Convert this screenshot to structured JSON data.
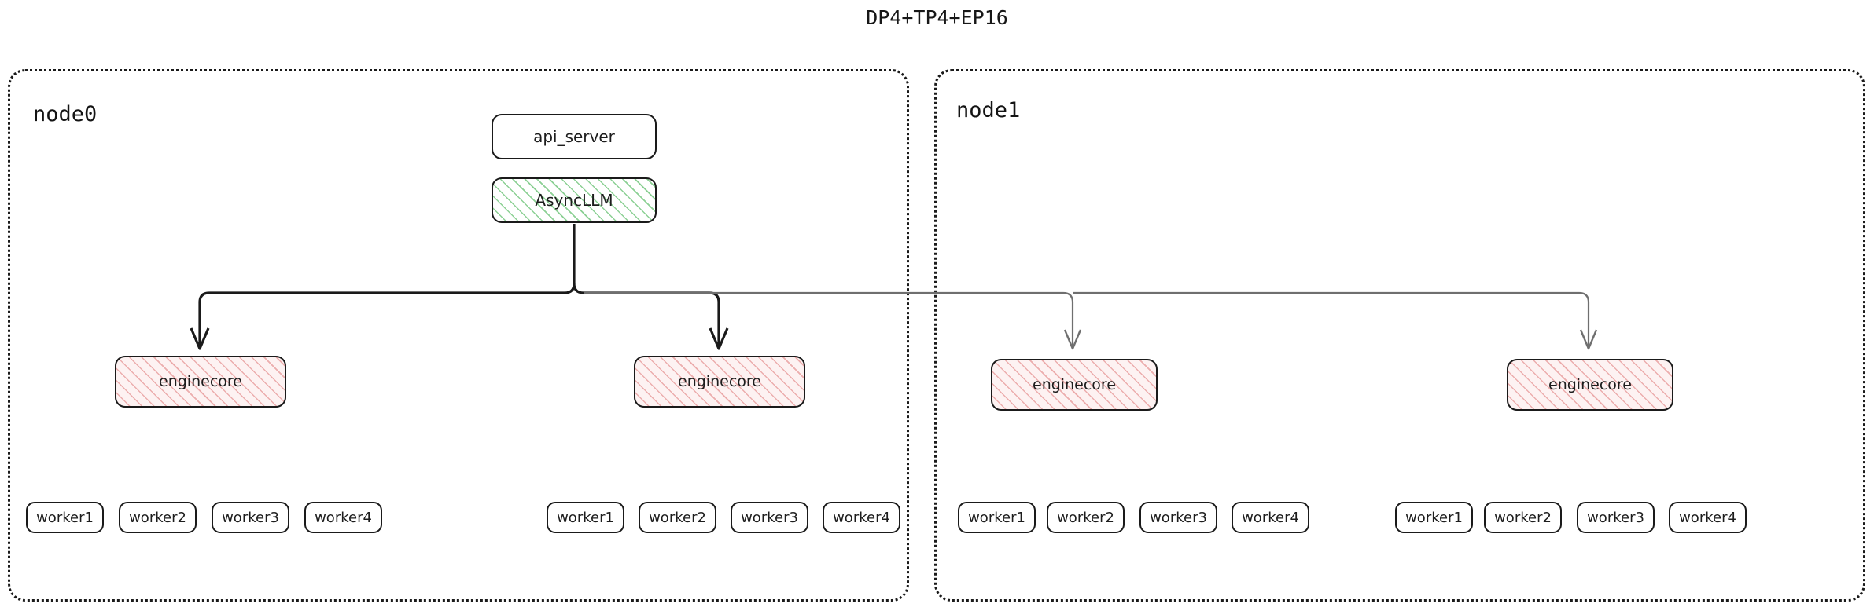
{
  "diagram": {
    "title": "DP4+TP4+EP16",
    "type": "architecture-tree",
    "colors": {
      "stroke_dark": "#1a1a1a",
      "stroke_light": "#777777",
      "async_hatch": "#78c882",
      "engine_hatch": "#e69696",
      "engine_fill": "#fdf2f2",
      "box_fill": "#ffffff",
      "text": "#1d1d1d"
    },
    "nodes": [
      {
        "label": "node0",
        "engines": [
          {
            "label": "enginecore",
            "workers": [
              {
                "label": "worker1"
              },
              {
                "label": "worker2"
              },
              {
                "label": "worker3"
              },
              {
                "label": "worker4"
              }
            ]
          },
          {
            "label": "enginecore",
            "workers": [
              {
                "label": "worker1"
              },
              {
                "label": "worker2"
              },
              {
                "label": "worker3"
              },
              {
                "label": "worker4"
              }
            ]
          }
        ]
      },
      {
        "label": "node1",
        "engines": [
          {
            "label": "enginecore",
            "workers": [
              {
                "label": "worker1"
              },
              {
                "label": "worker2"
              },
              {
                "label": "worker3"
              },
              {
                "label": "worker4"
              }
            ]
          },
          {
            "label": "enginecore",
            "workers": [
              {
                "label": "worker1"
              },
              {
                "label": "worker2"
              },
              {
                "label": "worker3"
              },
              {
                "label": "worker4"
              }
            ]
          }
        ]
      }
    ],
    "frontend": {
      "api_server": "api_server",
      "async_llm": "AsyncLLM"
    }
  }
}
